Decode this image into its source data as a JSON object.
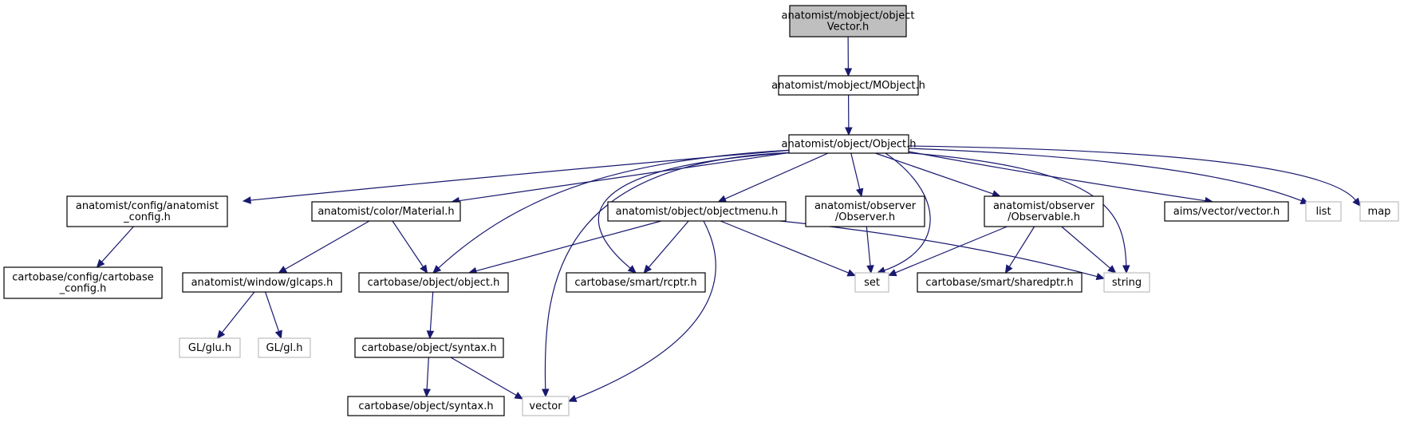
{
  "graph": {
    "colors": {
      "edge": "#191970",
      "root_fill": "#bfbfbf",
      "node_border": "#000000",
      "external_border": "#bfbfbf"
    },
    "nodes": [
      {
        "id": "objectVector",
        "lines": [
          "anatomist/mobject/object",
          "Vector.h"
        ],
        "style": "root"
      },
      {
        "id": "MObject",
        "lines": [
          "anatomist/mobject/MObject.h"
        ],
        "style": "normal"
      },
      {
        "id": "Object",
        "lines": [
          "anatomist/object/Object.h"
        ],
        "style": "normal"
      },
      {
        "id": "anaConfig",
        "lines": [
          "anatomist/config/anatomist",
          "_config.h"
        ],
        "style": "normal"
      },
      {
        "id": "Material",
        "lines": [
          "anatomist/color/Material.h"
        ],
        "style": "normal"
      },
      {
        "id": "objectmenu",
        "lines": [
          "anatomist/object/objectmenu.h"
        ],
        "style": "normal"
      },
      {
        "id": "Observer",
        "lines": [
          "anatomist/observer",
          "/Observer.h"
        ],
        "style": "normal"
      },
      {
        "id": "Observable",
        "lines": [
          "anatomist/observer",
          "/Observable.h"
        ],
        "style": "normal"
      },
      {
        "id": "aimsVector",
        "lines": [
          "aims/vector/vector.h"
        ],
        "style": "normal"
      },
      {
        "id": "list",
        "lines": [
          "list"
        ],
        "style": "external"
      },
      {
        "id": "map",
        "lines": [
          "map"
        ],
        "style": "external"
      },
      {
        "id": "cbConfig",
        "lines": [
          "cartobase/config/cartobase",
          "_config.h"
        ],
        "style": "normal"
      },
      {
        "id": "glcaps",
        "lines": [
          "anatomist/window/glcaps.h"
        ],
        "style": "normal"
      },
      {
        "id": "cbObject",
        "lines": [
          "cartobase/object/object.h"
        ],
        "style": "normal"
      },
      {
        "id": "rcptr",
        "lines": [
          "cartobase/smart/rcptr.h"
        ],
        "style": "normal"
      },
      {
        "id": "set",
        "lines": [
          "set"
        ],
        "style": "external"
      },
      {
        "id": "sharedptr",
        "lines": [
          "cartobase/smart/sharedptr.h"
        ],
        "style": "normal"
      },
      {
        "id": "string",
        "lines": [
          "string"
        ],
        "style": "external"
      },
      {
        "id": "glu",
        "lines": [
          "GL/glu.h"
        ],
        "style": "external"
      },
      {
        "id": "gl",
        "lines": [
          "GL/gl.h"
        ],
        "style": "external"
      },
      {
        "id": "syntax",
        "lines": [
          "cartobase/object/syntax.h"
        ],
        "style": "normal"
      },
      {
        "id": "syntaxH",
        "lines": [
          "cartobase/object/syntax.h"
        ],
        "style": "normal"
      },
      {
        "id": "vector",
        "lines": [
          "vector"
        ],
        "style": "external"
      }
    ],
    "edges": [
      [
        "objectVector",
        "MObject"
      ],
      [
        "MObject",
        "Object"
      ],
      [
        "Object",
        "anaConfig"
      ],
      [
        "Object",
        "Material"
      ],
      [
        "Object",
        "cbObject"
      ],
      [
        "Object",
        "vector"
      ],
      [
        "Object",
        "rcptr"
      ],
      [
        "Object",
        "objectmenu"
      ],
      [
        "Object",
        "Observer"
      ],
      [
        "Object",
        "set"
      ],
      [
        "Object",
        "Observable"
      ],
      [
        "Object",
        "string"
      ],
      [
        "Object",
        "aimsVector"
      ],
      [
        "Object",
        "list"
      ],
      [
        "Object",
        "map"
      ],
      [
        "anaConfig",
        "cbConfig"
      ],
      [
        "Material",
        "glcaps"
      ],
      [
        "Material",
        "cbObject"
      ],
      [
        "glcaps",
        "glu"
      ],
      [
        "glcaps",
        "gl"
      ],
      [
        "cbObject",
        "syntax"
      ],
      [
        "syntax",
        "syntaxH"
      ],
      [
        "syntax",
        "vector"
      ],
      [
        "objectmenu",
        "cbObject"
      ],
      [
        "objectmenu",
        "rcptr"
      ],
      [
        "objectmenu",
        "vector"
      ],
      [
        "objectmenu",
        "set"
      ],
      [
        "objectmenu",
        "string"
      ],
      [
        "Observer",
        "set"
      ],
      [
        "Observable",
        "set"
      ],
      [
        "Observable",
        "sharedptr"
      ],
      [
        "Observable",
        "string"
      ]
    ]
  }
}
